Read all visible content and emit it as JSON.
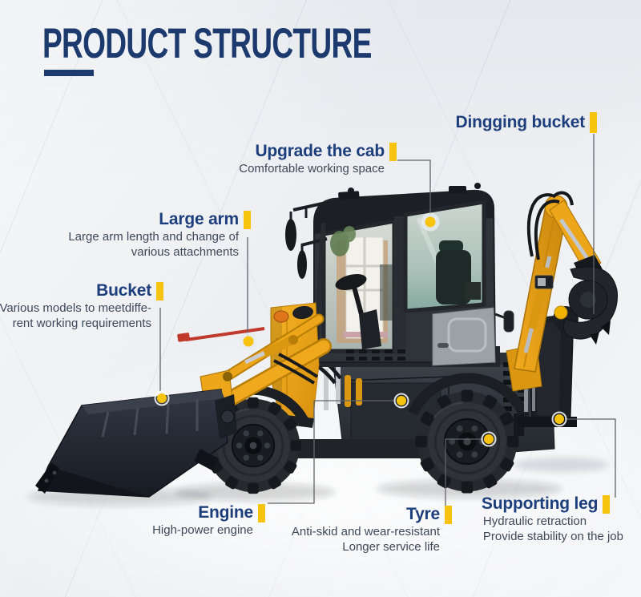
{
  "header": {
    "title": "PRODUCT STRUCTURE"
  },
  "colors": {
    "navy": "#1d3e7c",
    "title-navy": "#1c3a6e",
    "yellow": "#f7c30e",
    "subtitle": "#3d4859",
    "line": "#5f646a"
  },
  "callouts": [
    {
      "id": "digging-bucket",
      "title": "Dingging bucket",
      "lines": []
    },
    {
      "id": "upgrade-cab",
      "title": "Upgrade the cab",
      "lines": [
        "Comfortable working space"
      ]
    },
    {
      "id": "large-arm",
      "title": "Large arm",
      "lines": [
        "Large arm length and change of",
        "various attachments"
      ]
    },
    {
      "id": "bucket",
      "title": "Bucket",
      "lines": [
        "Various models to meetdiffe-",
        "rent working requirements"
      ]
    },
    {
      "id": "engine",
      "title": "Engine",
      "lines": [
        "High-power engine"
      ]
    },
    {
      "id": "tyre",
      "title": "Tyre",
      "lines": [
        "Anti-skid and wear-resistant",
        "Longer service life"
      ]
    },
    {
      "id": "supporting-leg",
      "title": "Supporting leg",
      "lines": [
        "Hydraulic retraction",
        "Provide stability on the job"
      ]
    }
  ]
}
